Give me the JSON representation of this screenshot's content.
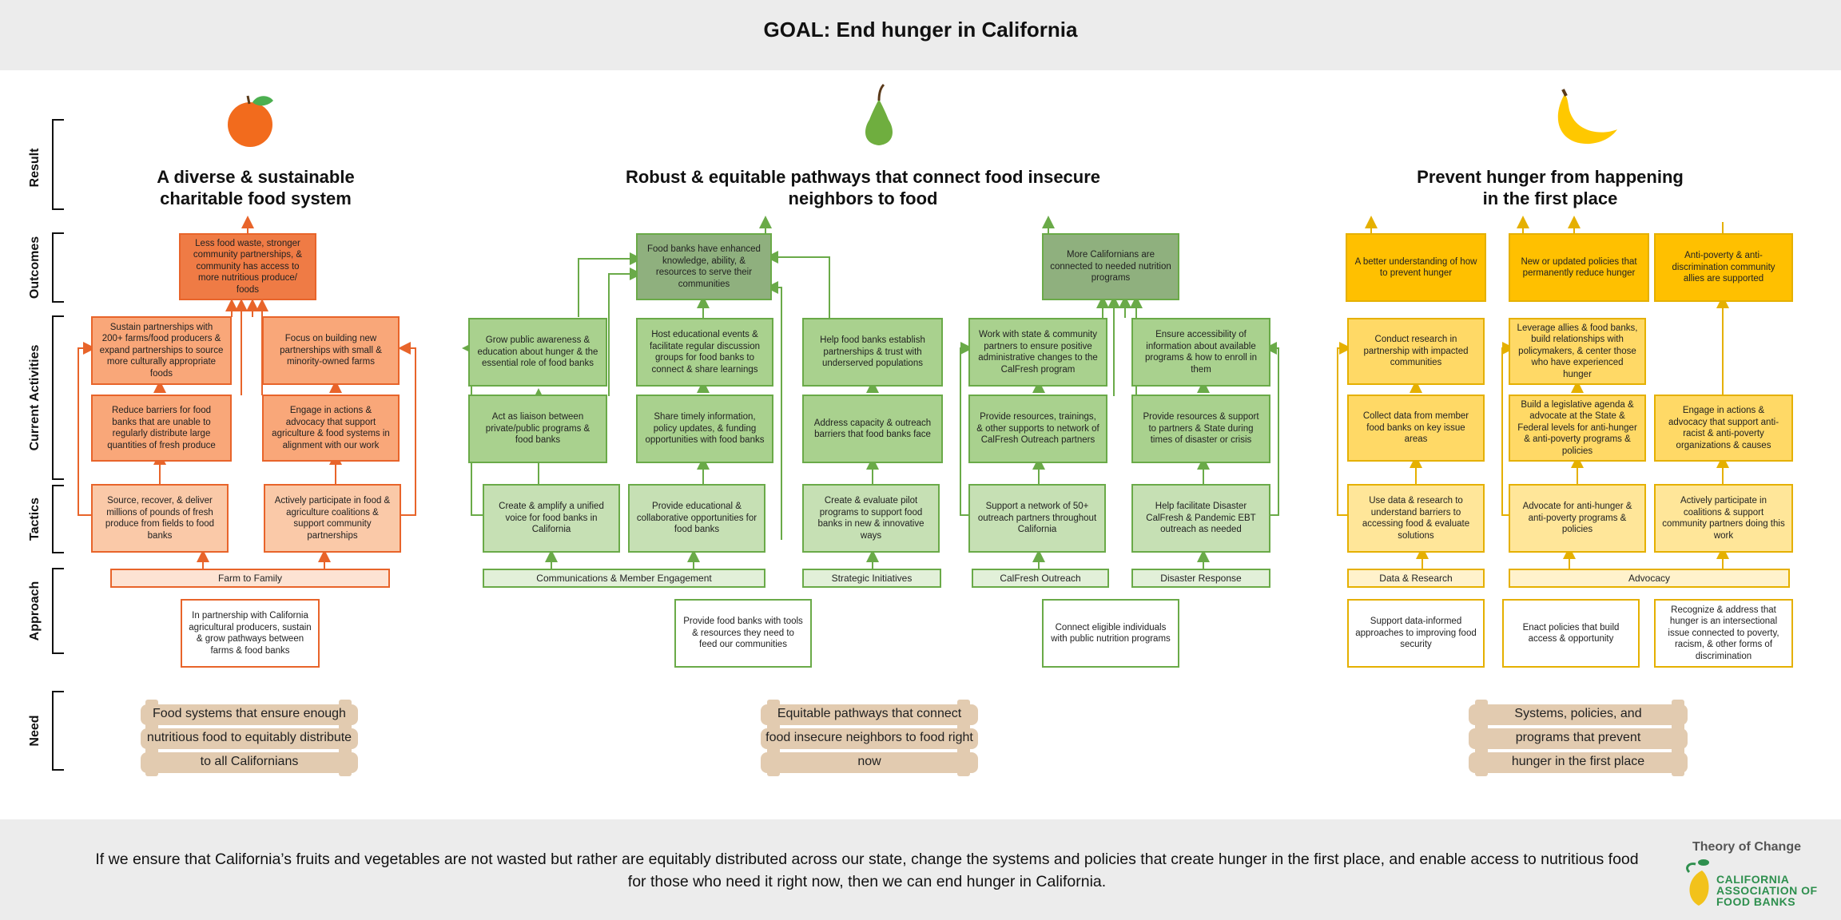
{
  "goal": "GOAL: End hunger in California",
  "labels": {
    "result": "Result",
    "outcomes": "Outcomes",
    "current_activities": "Current Activities",
    "tactics": "Tactics",
    "approach": "Approach",
    "need": "Need"
  },
  "titles": {
    "left": "A diverse & sustainable charitable food system",
    "center": "Robust & equitable pathways that connect food insecure neighbors to food",
    "right": "Prevent hunger from happening in the first place"
  },
  "left": {
    "outcome": "Less food waste, stronger community partnerships, & community has access to more nutritious produce/ foods",
    "act1": "Sustain partnerships with 200+ farms/food producers & expand partnerships to source more culturally appropriate foods",
    "act2": "Reduce barriers for food banks that are unable to regularly distribute large quantities of fresh produce",
    "act3": "Focus on building new partnerships with small & minority-owned farms",
    "act4": "Engage in actions & advocacy that support agriculture & food systems in alignment with our work",
    "tac1": "Source, recover, & deliver millions of pounds of fresh produce from fields to food banks",
    "tac2": "Actively participate in food & agriculture coalitions & support community partnerships",
    "approach_bar": "Farm to Family",
    "approach": "In partnership with California agricultural producers, sustain & grow pathways between farms & food banks",
    "need": "Food systems that ensure enough nutritious food to equitably distribute to all Californians"
  },
  "center": {
    "outcome1": "Food banks have enhanced knowledge, ability, & resources to serve their communities",
    "outcome2": "More Californians are connected to needed nutrition programs",
    "a1": "Grow public awareness & education about hunger & the essential role of food banks",
    "a2": "Act as liaison between private/public programs & food banks",
    "a3": "Host educational events & facilitate regular discussion groups for food banks to connect & share learnings",
    "a4": "Share timely information, policy updates, & funding opportunities with food banks",
    "a5": "Help food banks establish partnerships & trust with underserved populations",
    "a6": "Address capacity & outreach barriers that food banks face",
    "a7": "Work with state & community partners to ensure positive administrative changes to the CalFresh program",
    "a8": "Provide resources, trainings, & other supports to network of CalFresh Outreach partners",
    "a9": "Ensure accessibility of information about available programs & how to enroll in them",
    "a10": "Provide resources & support to partners & State during times of disaster or crisis",
    "t1": "Create & amplify a unified voice for food banks in California",
    "t2": "Provide educational & collaborative opportunities for food banks",
    "t3": "Create & evaluate pilot programs to support food banks in new & innovative ways",
    "t4": "Support a network of 50+ outreach partners throughout California",
    "t5": "Help facilitate Disaster CalFresh & Pandemic EBT outreach as needed",
    "bar1": "Communications & Member Engagement",
    "bar2": "Strategic Initiatives",
    "bar3": "CalFresh Outreach",
    "bar4": "Disaster Response",
    "approach1": "Provide food banks with tools & resources they need to feed our communities",
    "approach2": "Connect eligible individuals with public nutrition programs",
    "need": "Equitable pathways that connect food insecure neighbors to food right now"
  },
  "right": {
    "o1": "A better understanding of how to prevent hunger",
    "o2": "New or updated policies that permanently reduce hunger",
    "o3": "Anti-poverty & anti-discrimination community allies are supported",
    "a1": "Conduct research in partnership with impacted communities",
    "a2": "Collect data from member food banks on key issue areas",
    "a3": "Leverage allies & food banks, build relationships with policymakers, & center those who have experienced hunger",
    "a4": "Build a legislative agenda & advocate at the State & Federal levels for anti-hunger & anti-poverty programs & policies",
    "a5": "Engage in actions & advocacy that support anti-racist & anti-poverty organizations & causes",
    "t1": "Use data & research to understand barriers to accessing food & evaluate solutions",
    "t2": "Advocate for anti-hunger & anti-poverty programs & policies",
    "t3": "Actively participate in coalitions & support community partners doing this work",
    "bar1": "Data & Research",
    "bar2": "Advocacy",
    "approach1": "Support data-informed approaches to improving food security",
    "approach2": "Enact policies that build access & opportunity",
    "approach3": "Recognize & address that hunger is an intersectional issue connected to poverty, racism, & other forms of discrimination",
    "need": "Systems, policies, and programs that prevent hunger in the first place"
  },
  "statement": "If we ensure that California’s fruits and vegetables are not wasted but rather are equitably distributed across our state, change the systems and policies that create hunger in the first place, and enable access to nutritious food for those who need it right now, then we can end hunger in California.",
  "footer": {
    "theory": "Theory of Change",
    "logo": "CALIFORNIA ASSOCIATION OF FOOD BANKS"
  },
  "colors": {
    "orange_dark": "#ef7b45",
    "orange_mid": "#f9a779",
    "orange_light": "#fac9a8",
    "orange_line": "#e8642a",
    "green_dark": "#8fb07e",
    "green_mid": "#a9d18e",
    "green_light": "#c6e0b4",
    "green_line": "#6aaa48",
    "yellow_dark": "#ffc000",
    "yellow_mid": "#ffd966",
    "yellow_light": "#ffe699",
    "yellow_line": "#e5b000",
    "need_tan": "#e2cbb0"
  },
  "icons": {
    "left": "orange-icon",
    "center": "pear-icon",
    "right": "banana-icon"
  }
}
